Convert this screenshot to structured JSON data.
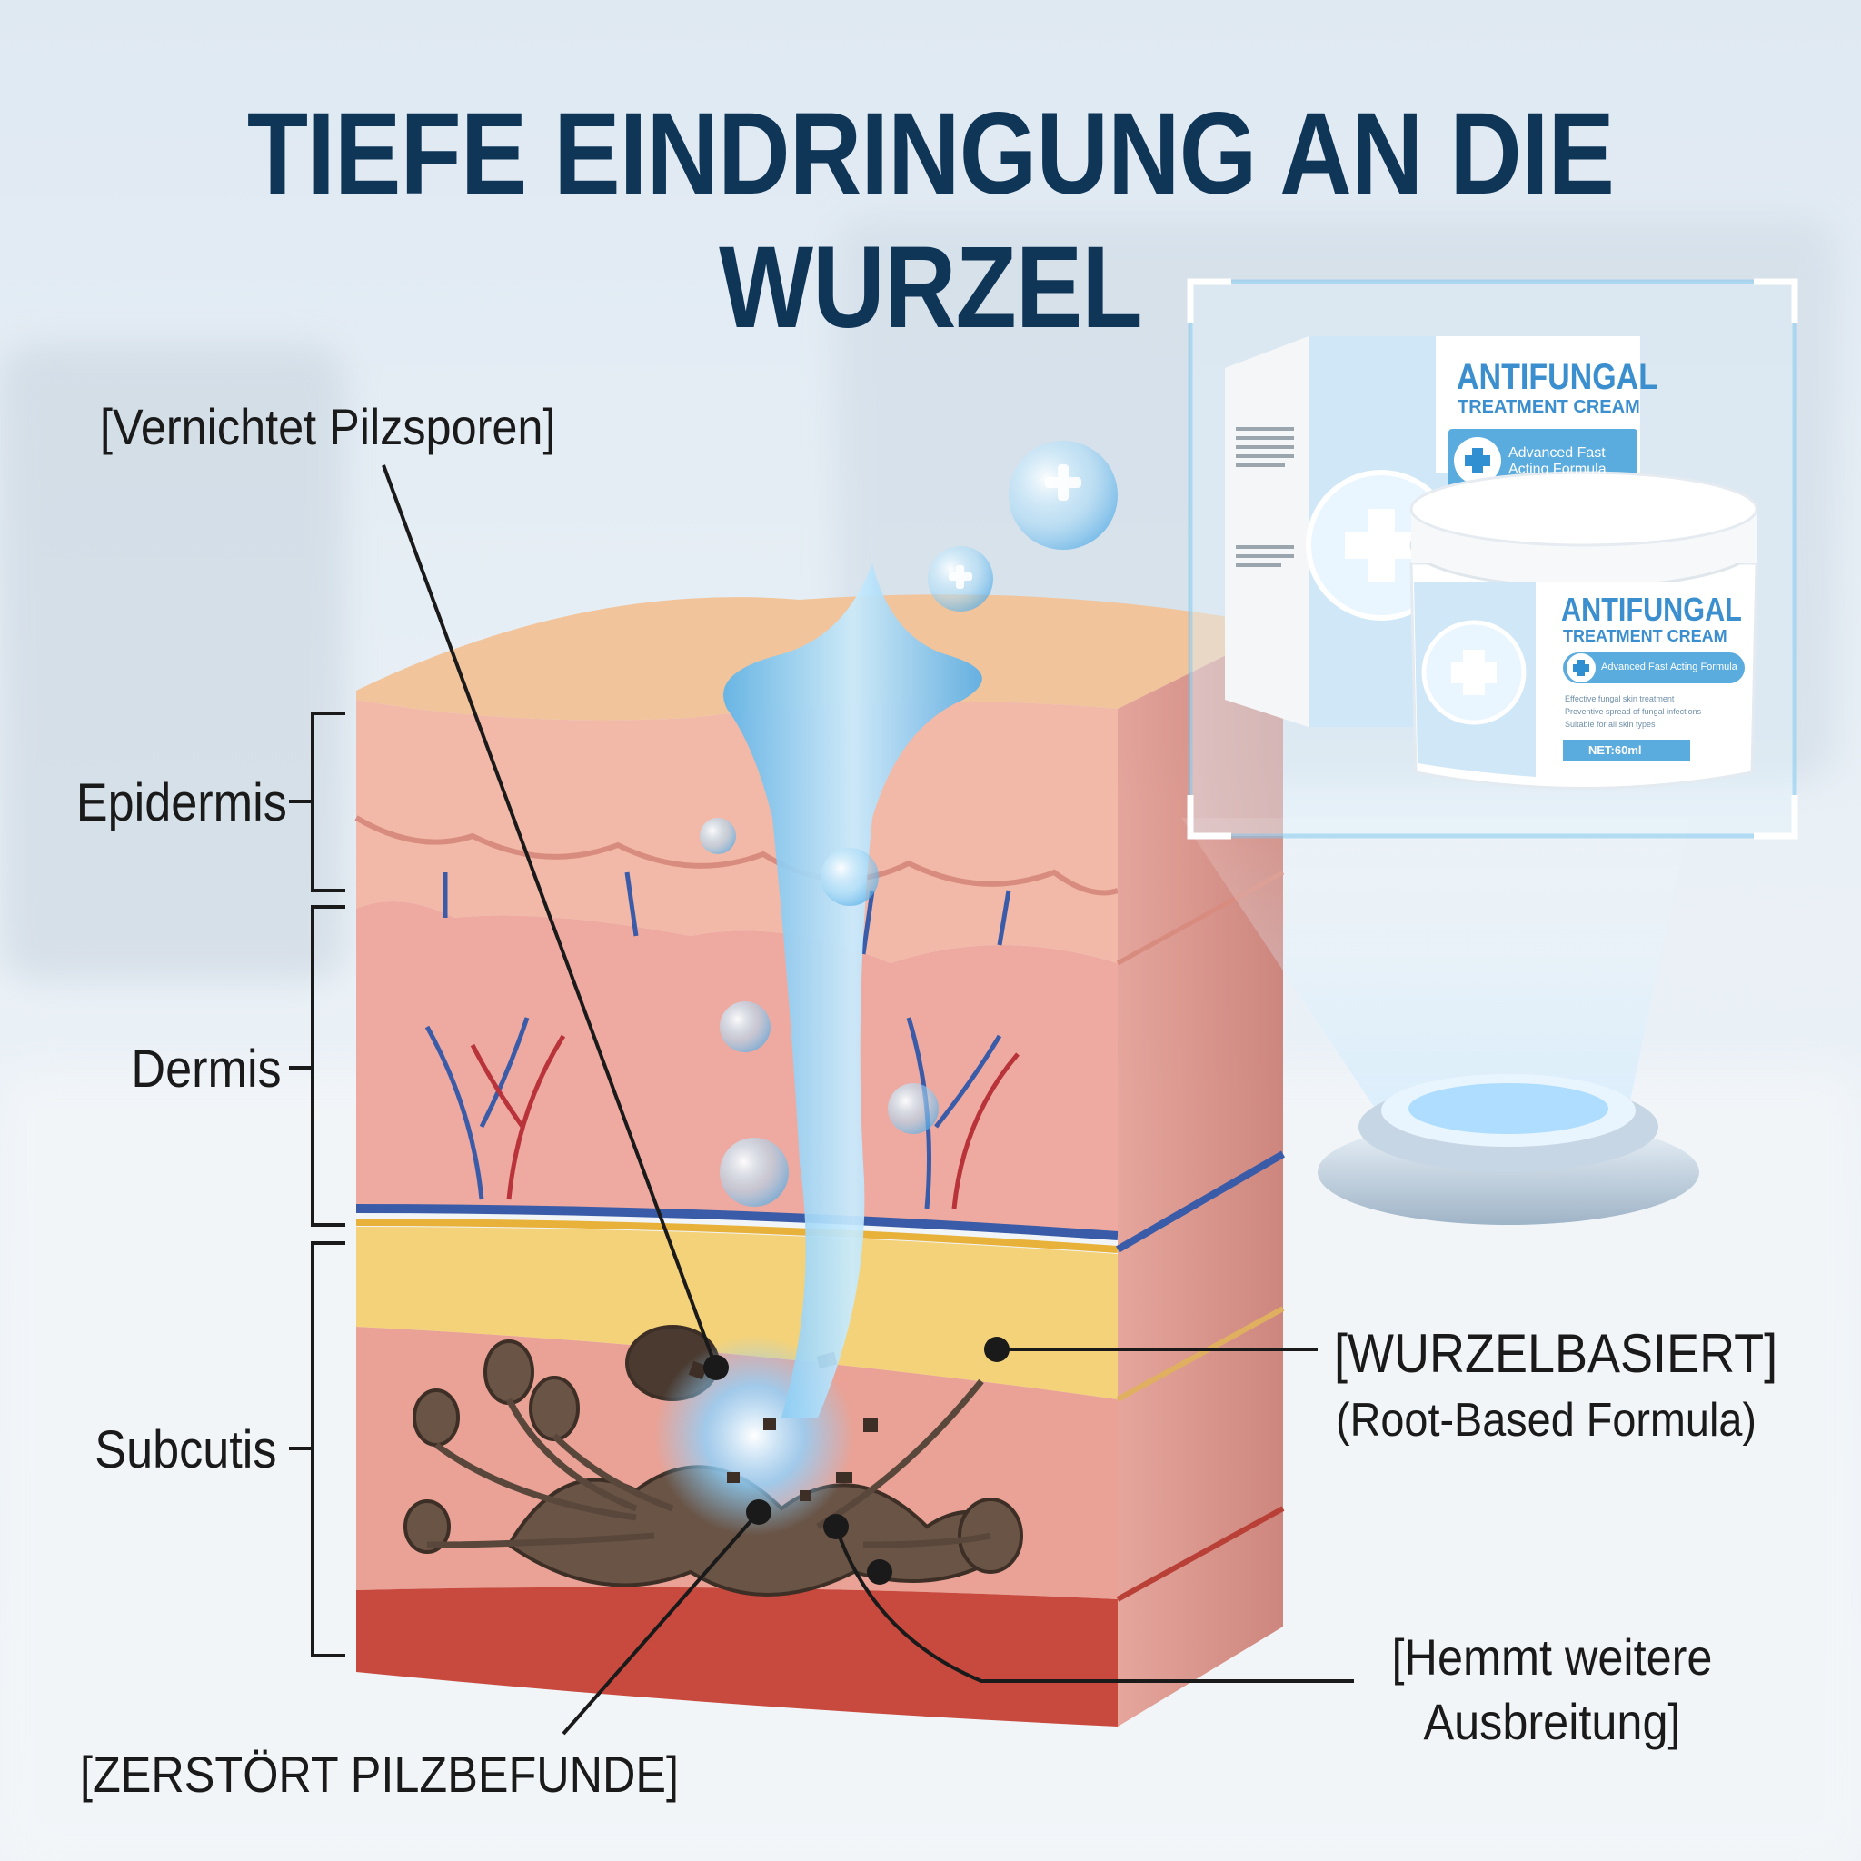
{
  "headline": "TIEFE EINDRINGUNG AN DIE WURZEL",
  "layers": {
    "epidermis": "Epidermis",
    "dermis": "Dermis",
    "subcutis": "Subcutis"
  },
  "callouts": {
    "spores": "[Vernichtet Pilzsporen]",
    "root_title": "[WURZELBASIERT]",
    "root_sub": "(Root-Based Formula)",
    "spread_line1": "[Hemmt weitere",
    "spread_line2": "Ausbreitung]",
    "destroy": "[ZERSTÖRT PILZBEFUNDE]"
  },
  "product": {
    "box_title": "ANTIFUNGAL",
    "box_subtitle": "TREATMENT CREAM",
    "box_badge": "Advanced Fast Acting Formula",
    "jar_title": "ANTIFUNGAL",
    "jar_subtitle": "TREATMENT CREAM",
    "jar_badge": "Advanced Fast Acting Formula",
    "jar_bullets": [
      "Effective fungal skin treatment",
      "Preventive spread of fungal infections",
      "Suitable for all skin types"
    ],
    "net": "NET:60ml"
  },
  "colors": {
    "headline": "#0f3557",
    "brand_blue": "#2f8fd0",
    "skin_top": "#f1c49b",
    "epidermis": "#f2b9a8",
    "dermis": "#eeaaa0",
    "fat": "#f4d27a",
    "muscle": "#c84a3e",
    "gel": "#7cc8f2"
  }
}
